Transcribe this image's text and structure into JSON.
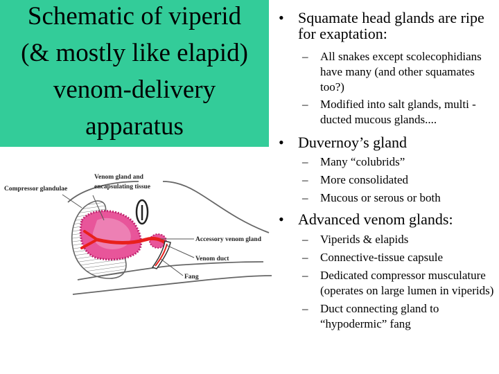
{
  "title": {
    "lines": [
      "Schematic of viperid",
      "(& mostly like elapid)",
      "venom-delivery",
      "apparatus"
    ]
  },
  "bullets": [
    {
      "text": "Squamate head glands are ripe for exaptation:",
      "subs": [
        "All snakes except scolecophidians have many (and other squamates too?)",
        "Modified into salt glands, multi -ducted mucous glands...."
      ]
    },
    {
      "text": "Duvernoy’s gland",
      "subs": [
        "Many “colubrids”",
        "More consolidated",
        "Mucous or serous or both"
      ]
    },
    {
      "text": "Advanced venom glands:",
      "subs": [
        "Viperids & elapids",
        "Connective-tissue capsule",
        "Dedicated compressor musculature (operates on large lumen in viperids)",
        "Duct connecting gland to “hypodermic” fang"
      ]
    }
  ],
  "marks": {
    "bullet": "•",
    "dash": "–"
  },
  "diagram": {
    "labels": {
      "compressor": "Compressor glandulae",
      "venom_gland_1": "Venom gland and",
      "venom_gland_2": "encapsulating tissue",
      "accessory": "Accessory venom gland",
      "duct": "Venom duct",
      "fang": "Fang"
    },
    "colors": {
      "gland": "#e8559a",
      "duct": "#e8201c",
      "title_bg": "#33cc99"
    }
  }
}
